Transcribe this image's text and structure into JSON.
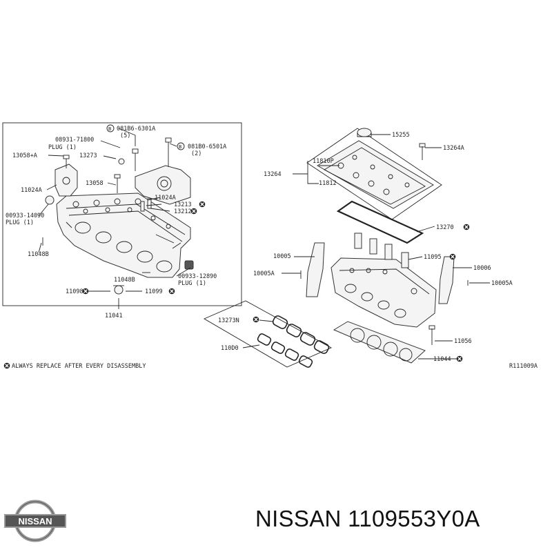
{
  "labels": {
    "p08931_71800": "08931-71800",
    "p08931_qty": "PLUG (1)",
    "p13058a": "13058+A",
    "p13273": "13273",
    "p081b6": "081B6-6301A",
    "p081b6_qty": "(5)",
    "p081b0": "081B0-6501A",
    "p081b0_qty": "(2)",
    "p11024a_1": "11024A",
    "p13058": "13058",
    "p11024a_2": "11024A",
    "p13213": "13213",
    "p13212": "13212",
    "p00933_14090": "00933-14090",
    "p00933_14090_qty": "PLUG (1)",
    "p11048b_1": "11048B",
    "p11048b_2": "11048B",
    "p00933_12890": "00933-12890",
    "p00933_12890_qty": "PLUG (1)",
    "p11098": "11098",
    "p11099": "11099",
    "p11041": "11041",
    "p15255": "15255",
    "p13264a": "13264A",
    "p11810p": "11810P",
    "p13264": "13264",
    "p11812": "11812",
    "p13270": "13270",
    "p10005": "10005",
    "p11095": "11095",
    "p10006": "10006",
    "p10005a_1": "10005A",
    "p10005a_2": "10005A",
    "p13273n": "13273N",
    "p110d0": "110D0",
    "p11056": "11056",
    "p11044": "11044",
    "bolt_b": "B"
  },
  "note": "ALWAYS REPLACE AFTER EVERY DISASSEMBLY",
  "ref_code": "R111009A",
  "logo_text": "NISSAN",
  "footer": {
    "text": "NISSAN 1109553Y0A"
  }
}
